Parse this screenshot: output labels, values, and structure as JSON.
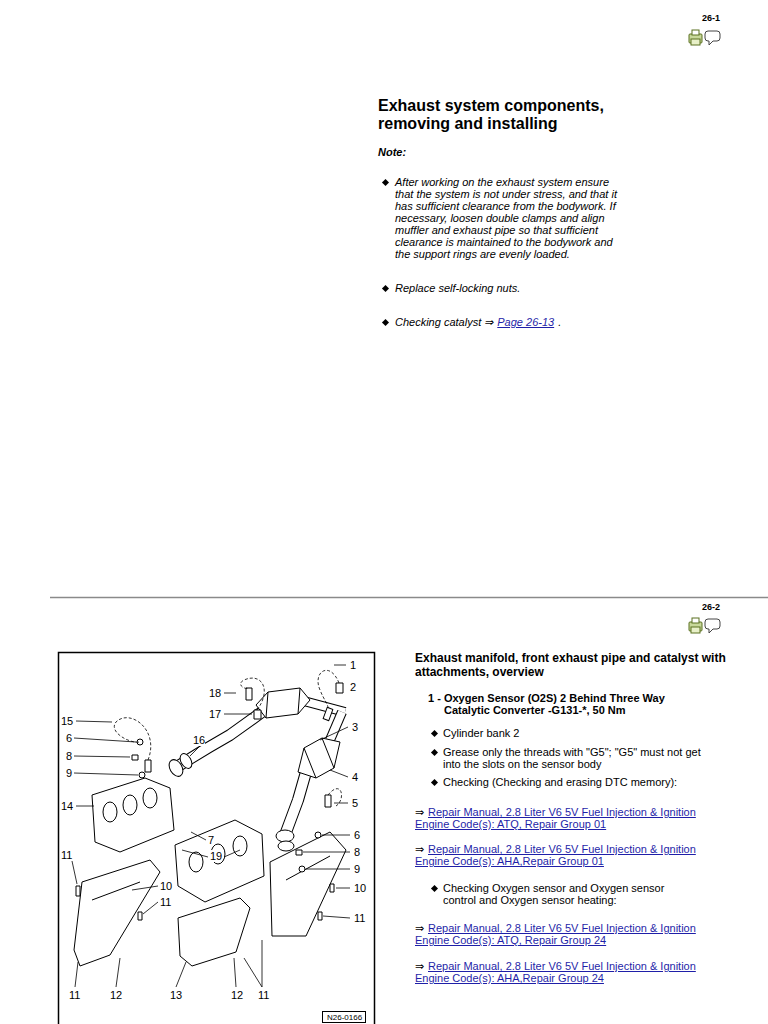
{
  "diagram": {
    "title": "Exhaust system components, removing and installing",
    "nodes": [
      {
        "text": [
          "N26-0166"
        ]
      }
    ],
    "labels": [
      "26-1",
      "Note:",
      "After working on the exhaust system ensure that the system is not under stress, and that it has sufficient clearance from the bodywork. If necessary, loosen double clamps and align muffler and exhaust pipe so that sufficient clearance is maintained to the bodywork and the support rings are evenly loaded.",
      "Replace self-locking nuts.",
      "Checking catalyst ⇒",
      "Page 26-13",
      ".",
      "26-2",
      "Exhaust manifold, front exhaust pipe and catalyst with attachments, overview",
      "1 - Oxygen Sensor (O2S) 2 Behind Three Way Catalytic Converter -G131-*, 50 Nm",
      "Cylinder bank 2",
      "Grease only the threads with \"G5\"; \"G5\" must not get into the slots on the sensor body",
      "Checking (Checking and erasing DTC memory):",
      "⇒",
      "Repair Manual, 2.8 Liter V6 5V Fuel Injection & Ignition Engine Code(s): ATQ, Repair Group 01",
      "⇒",
      "Repair Manual, 2.8 Liter V6 5V Fuel Injection & Ignition Engine Code(s): AHA,Repair Group 01",
      "Checking Oxygen sensor and Oxygen sensor control and Oxygen sensor heating:",
      "⇒",
      "Repair Manual, 2.8 Liter V6 5V Fuel Injection & Ignition Engine Code(s): ATQ, Repair Group 24",
      "⇒",
      "Repair Manual, 2.8 Liter V6 5V Fuel Injection & Ignition Engine Code(s): AHA,Repair Group 24",
      "1",
      "2",
      "18",
      "17",
      "3",
      "15",
      "6",
      "8",
      "9",
      "16",
      "4",
      "5",
      "14",
      "6",
      "7",
      "19",
      "8",
      "9",
      "11",
      "10",
      "10",
      "11",
      "11",
      "11",
      "12",
      "13",
      "12",
      "11"
    ]
  }
}
